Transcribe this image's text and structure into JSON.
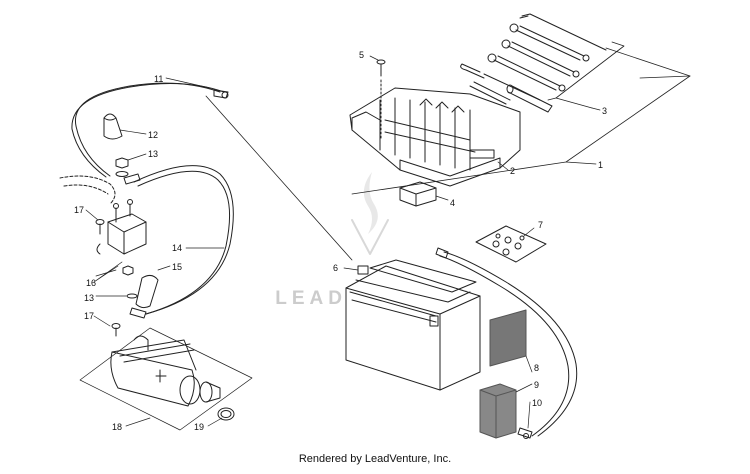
{
  "diagram": {
    "callouts": [
      "1",
      "2",
      "3",
      "4",
      "5",
      "6",
      "7",
      "8",
      "9",
      "10",
      "11",
      "12",
      "13",
      "13",
      "14",
      "15",
      "16",
      "17",
      "17",
      "18",
      "19"
    ],
    "watermark": "LEADVENTURE",
    "footer": "Rendered by LeadVenture, Inc."
  },
  "colors": {
    "line": "#222222",
    "watermark": "#c9c9c9",
    "pad": "#777777"
  }
}
